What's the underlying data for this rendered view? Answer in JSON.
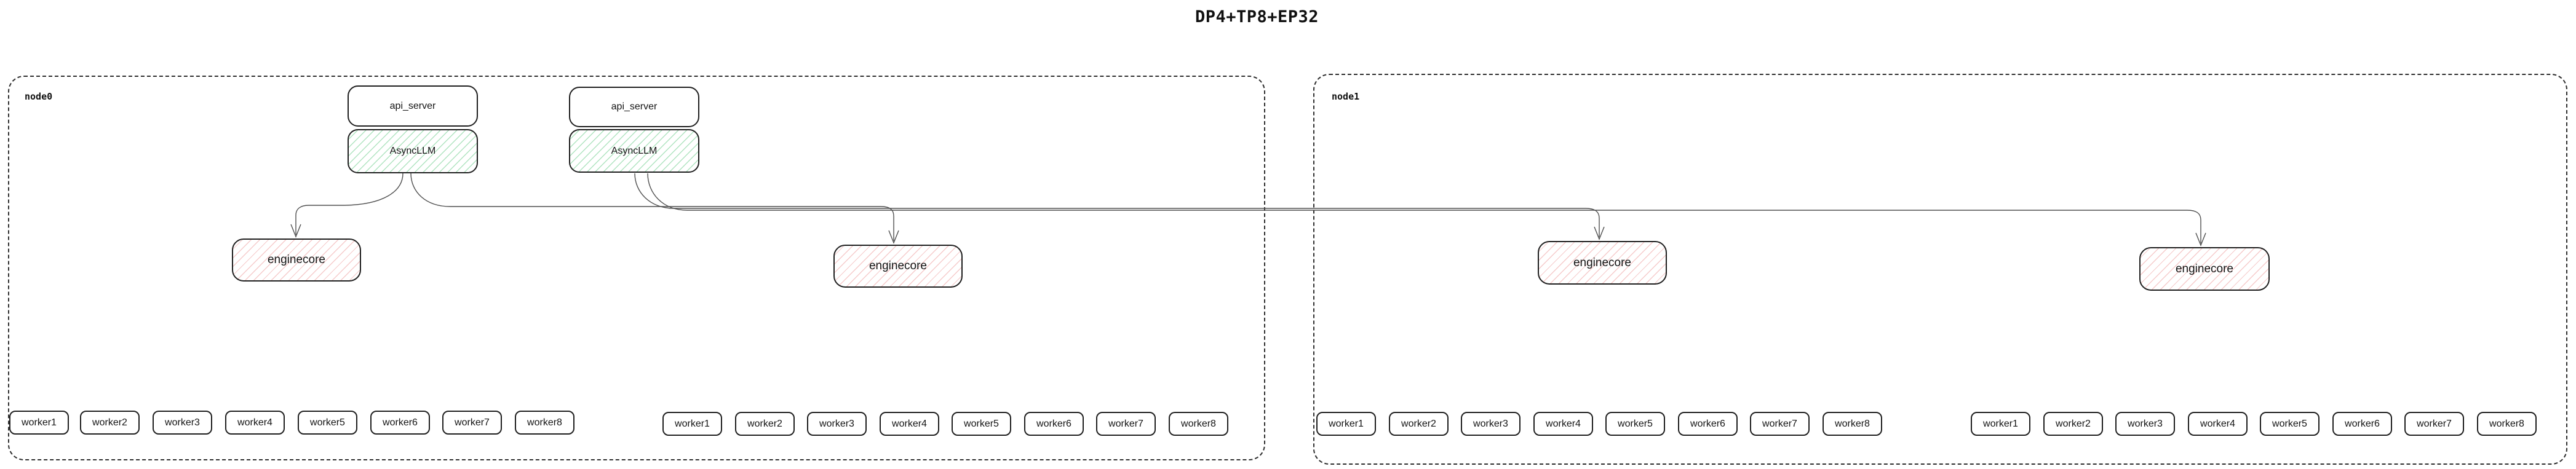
{
  "title": "DP4+TP8+EP32",
  "node0": {
    "label": "node0",
    "api_server_1": "api_server",
    "asyncllm_1": "AsyncLLM",
    "api_server_2": "api_server",
    "asyncllm_2": "AsyncLLM",
    "enginecore_1": "enginecore",
    "enginecore_2": "enginecore",
    "worker_groups": [
      [
        "worker1",
        "worker2",
        "worker3",
        "worker4",
        "worker5",
        "worker6",
        "worker7",
        "worker8"
      ],
      [
        "worker1",
        "worker2",
        "worker3",
        "worker4",
        "worker5",
        "worker6",
        "worker7",
        "worker8"
      ]
    ]
  },
  "node1": {
    "label": "node1",
    "enginecore_1": "enginecore",
    "enginecore_2": "enginecore",
    "worker_groups": [
      [
        "worker1",
        "worker2",
        "worker3",
        "worker4",
        "worker5",
        "worker6",
        "worker7",
        "worker8"
      ],
      [
        "worker1",
        "worker2",
        "worker3",
        "worker4",
        "worker5",
        "worker6",
        "worker7",
        "worker8"
      ]
    ]
  },
  "colors": {
    "asyncllm_hatch_green": "#6ecd8c",
    "enginecore_hatch_red": "#eb8c8c",
    "box_border": "#1f1f1f",
    "node_dashed_border": "#2e2e2e",
    "edge_line": "#4f4f4f"
  }
}
